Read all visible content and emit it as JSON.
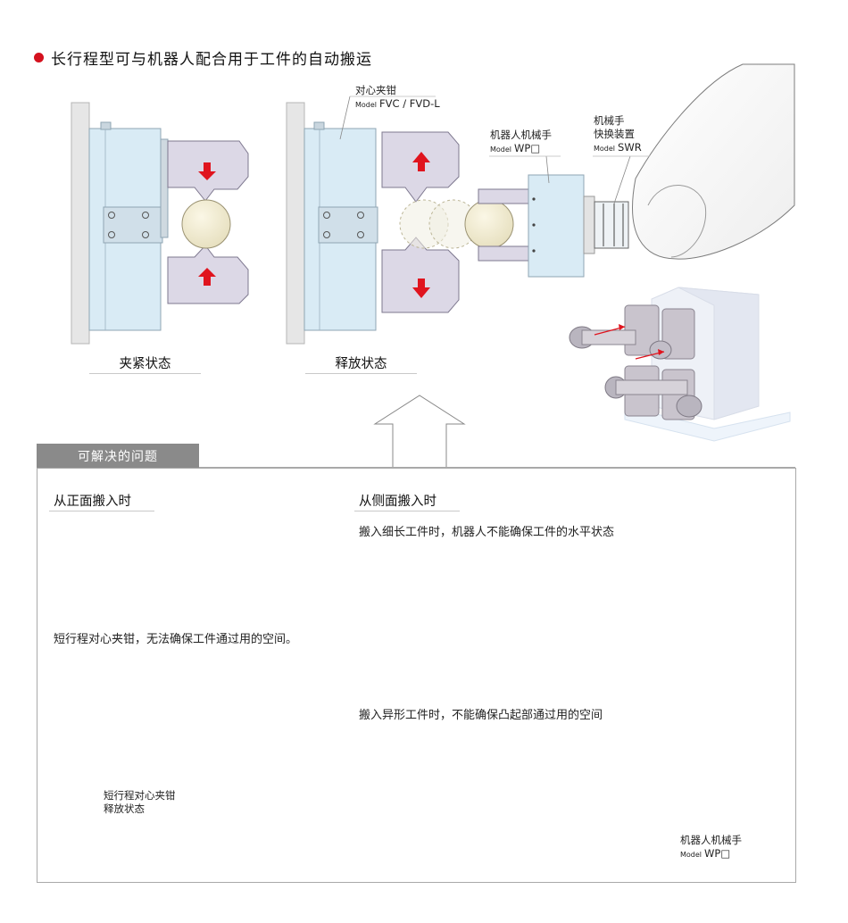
{
  "title": "长行程型可与机器人配合用于工件的自动搬运",
  "colors": {
    "accent": "#d4111e",
    "plate": "#d9ebf5",
    "jaw": "#dcd8e6",
    "tab": "#8a8a8a",
    "pink": "#f3dce9"
  },
  "callouts": {
    "gripper_name": "对心夹钳",
    "gripper_model_prefix": "Model",
    "gripper_model": "FVC / FVD-L",
    "hand_name": "机器人机械手",
    "hand_model_prefix": "Model",
    "hand_model": "WP□",
    "changer_name_1": "机械手",
    "changer_name_2": "快换装置",
    "changer_model_prefix": "Model",
    "changer_model": "SWR"
  },
  "states": {
    "clamp": "夹紧状态",
    "release": "释放状态"
  },
  "problems": {
    "tab_label": "可解决的问题",
    "front": {
      "heading": "从正面搬入时",
      "desc": "短行程对心夹钳，无法确保工件通过用的空间。",
      "label_1": "短行程对心夹钳",
      "label_2": "释放状态"
    },
    "side": {
      "heading": "从侧面搬入时",
      "desc_1": "搬入细长工件时，机器人不能确保工件的水平状态",
      "desc_2": "搬入异形工件时，不能确保凸起部通过用的空间",
      "hand_name": "机器人机械手",
      "hand_model_prefix": "Model",
      "hand_model": "WP□"
    }
  }
}
